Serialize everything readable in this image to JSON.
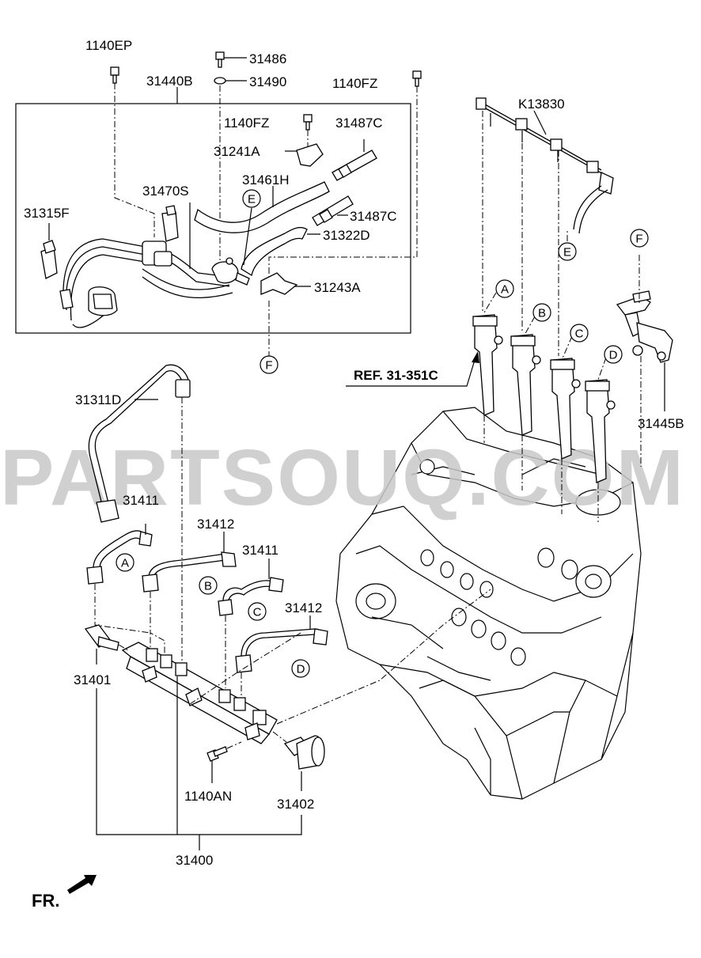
{
  "watermark": "PARTSOUQ.COM",
  "direction_label": "FR.",
  "reference_label": "REF. 31-351C",
  "part_labels": {
    "p1140EP": "1140EP",
    "p31486": "31486",
    "p31490": "31490",
    "p31440B": "31440B",
    "p1140FZ_top": "1140FZ",
    "pK13830": "K13830",
    "p1140FZ_box": "1140FZ",
    "p31487C_top": "31487C",
    "p31241A": "31241A",
    "p31461H": "31461H",
    "p31470S": "31470S",
    "p31315F": "31315F",
    "p31487C_mid": "31487C",
    "p31322D": "31322D",
    "p31243A": "31243A",
    "p31445B": "31445B",
    "p31311D": "31311D",
    "p31411_a": "31411",
    "p31412_b": "31412",
    "p31411_c": "31411",
    "p31412_d": "31412",
    "p31401": "31401",
    "p1140AN": "1140AN",
    "p31402": "31402",
    "p31400": "31400"
  },
  "callouts": {
    "A": "A",
    "B": "B",
    "C": "C",
    "D": "D",
    "E": "E",
    "F": "F"
  }
}
